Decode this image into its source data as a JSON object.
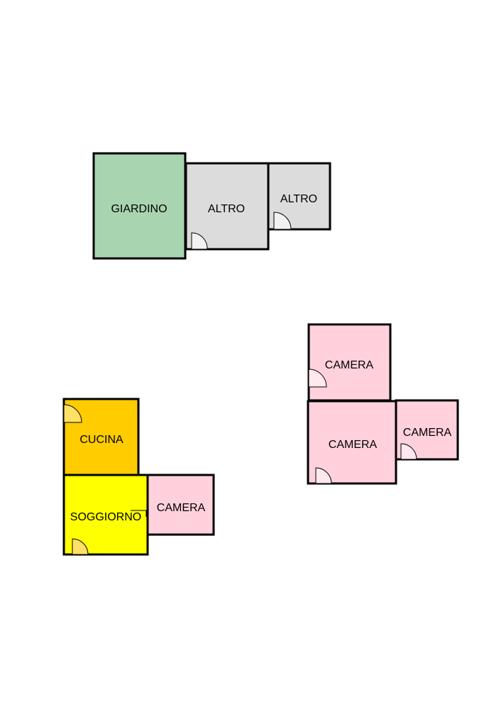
{
  "colors": {
    "giardino": "#a8d5b0",
    "altro": "#dcdcdc",
    "camera": "#ffd1dc",
    "cucina": "#ffcc00",
    "soggiorno": "#ffff00",
    "door_grey": "#f2f2f2",
    "door_yellow": "#ffe066",
    "door_pink": "#ffe8ee"
  },
  "rooms": {
    "giardino": "GIARDINO",
    "altro_1": "ALTRO",
    "altro_2": "ALTRO",
    "cucina": "CUCINA",
    "soggiorno": "SOGGIORNO",
    "camera_1": "CAMERA",
    "camera_2": "CAMERA",
    "camera_3": "CAMERA",
    "camera_4": "CAMERA"
  }
}
